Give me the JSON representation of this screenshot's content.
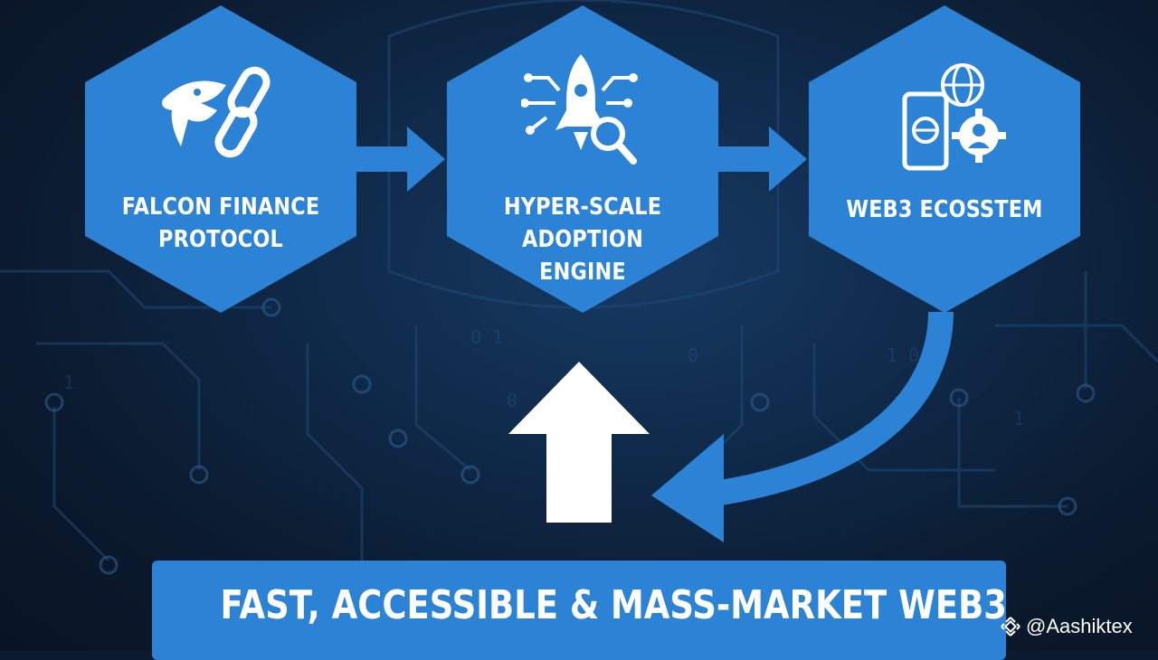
{
  "nodes": [
    {
      "label_lines": [
        "FALCON FINANCE",
        "PROTOCOL"
      ],
      "icon": "falcon-chain-icon"
    },
    {
      "label_lines": [
        "HYPER-SCALE",
        "ADOPTION",
        "ENGINE"
      ],
      "icon": "rocket-magnifier-icon"
    },
    {
      "label_lines": [
        "WEB3 ECOSSTEM"
      ],
      "icon": "phone-globe-gear-icon"
    }
  ],
  "banner": {
    "text": "FAST, ACCESSIBLE & MASS-MARKET WEB3"
  },
  "watermark": {
    "text": "@Aashiktex",
    "icon": "binance-logo-icon"
  },
  "colors": {
    "node": "#2c83d6",
    "arrow": "#2c83d6",
    "up_arrow": "#ffffff",
    "background": "#0b1a2e"
  }
}
